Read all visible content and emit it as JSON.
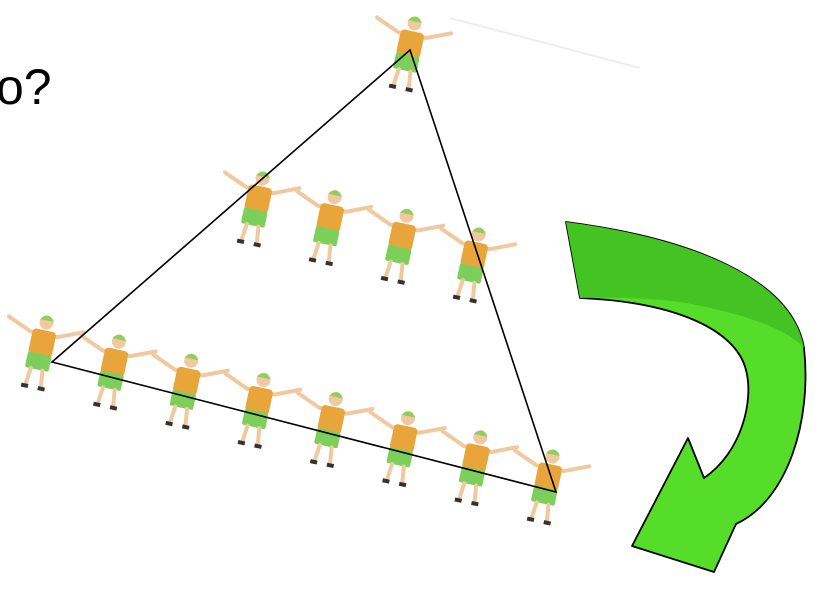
{
  "slide": {
    "question_text": "o?"
  },
  "colors": {
    "shirt": "#e8a53c",
    "shorts": "#7ccf5a",
    "skin": "#f0c9a0",
    "hat": "#8fcf5a",
    "triangle": "#000000",
    "arrow_fill": "#55dd2a",
    "arrow_shade": "#44c423",
    "arrow_outline": "#000000"
  },
  "people": {
    "top_row_count": 1,
    "middle_row_count": 4,
    "bottom_row_count": 8
  },
  "icons": {
    "person": "person-figure-icon",
    "arrow": "curved-arrow-icon"
  }
}
